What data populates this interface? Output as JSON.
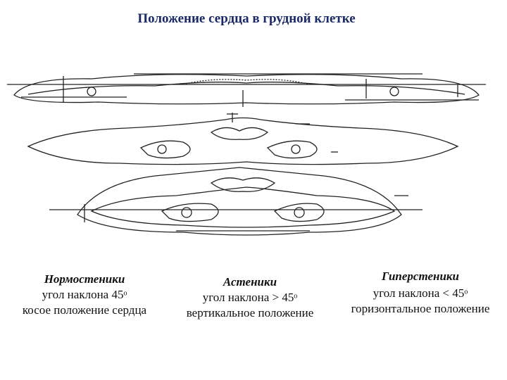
{
  "page": {
    "title": "Положение сердца в грудной клетке"
  },
  "columns": [
    {
      "heading": "Нормостеники",
      "angle": "угол наклона 45ᵒ",
      "position": "косое положение сердца"
    },
    {
      "heading": "Астеники",
      "angle": "угол наклона > 45ᵒ",
      "position": "вертикальное положение"
    },
    {
      "heading": "Гиперстеники",
      "angle": "угол наклона < 45ᵒ",
      "position": "горизонтальное положение"
    }
  ]
}
